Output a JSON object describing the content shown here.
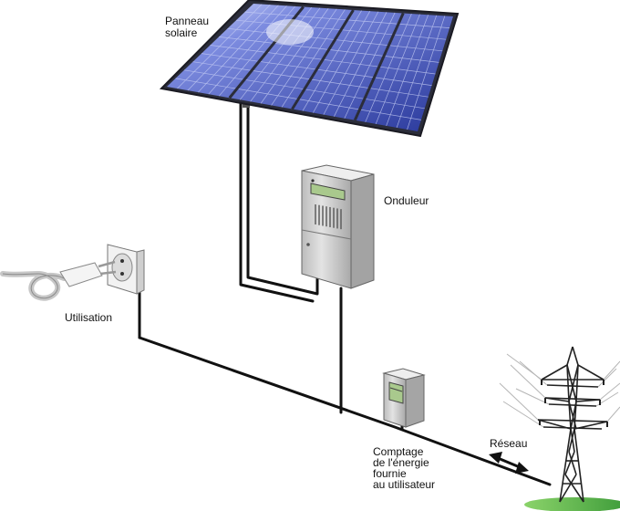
{
  "labels": {
    "panel": [
      "Panneau",
      "solaire"
    ],
    "inverter": "Onduleur",
    "usage": "Utilisation",
    "grid": "Réseau",
    "meter": [
      "Comptage",
      "de l'énergie",
      "fournie",
      "au utilisateur"
    ]
  },
  "colors": {
    "wire": "#111111",
    "panel_cell": "#3a4fae",
    "panel_frame": "#2a2a35",
    "cabinet": "#d9d9d9",
    "ground": "#4caf50"
  },
  "icons": {
    "solar_panel": "solar-panel-icon",
    "inverter": "inverter-icon",
    "outlet": "wall-outlet-icon",
    "plug": "power-plug-icon",
    "meter": "energy-meter-icon",
    "pylon": "transmission-tower-icon",
    "arrow": "bidirectional-arrow-icon"
  }
}
